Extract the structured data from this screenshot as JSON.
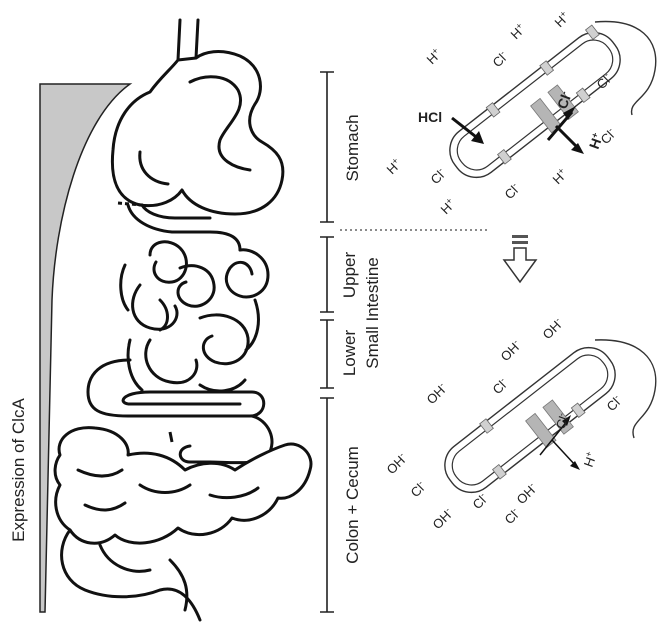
{
  "axis": {
    "label": "Expression of ClcA",
    "gradient_color": "#c8c8c8"
  },
  "segments": [
    {
      "label": "Stomach"
    },
    {
      "label": "Upper\nSmall Intestine",
      "line1": "Upper",
      "line2": ""
    },
    {
      "label": "Lower\nSmall Intestine",
      "line1": "Lower",
      "line2": "Small Intestine"
    },
    {
      "label": "Colon + Cecum"
    }
  ],
  "upper_cell": {
    "acid": "HCl",
    "ions": [
      "H+",
      "H+",
      "Cl-",
      "H+",
      "Cl-",
      "Cl-",
      "H+",
      "Cl-",
      "H+",
      "Cl-",
      "H+"
    ],
    "channel_ions": [
      "Cl-",
      "H+"
    ]
  },
  "lower_cell": {
    "ions": [
      "OH-",
      "OH-",
      "Cl-",
      "OH-",
      "Cl-",
      "OH-",
      "Cl-",
      "Cl-",
      "OH-",
      "Cl-"
    ],
    "channel_ions": [
      "Cl-",
      "H+"
    ]
  },
  "colors": {
    "outline": "#111111",
    "channel": "#b5b5b5"
  }
}
